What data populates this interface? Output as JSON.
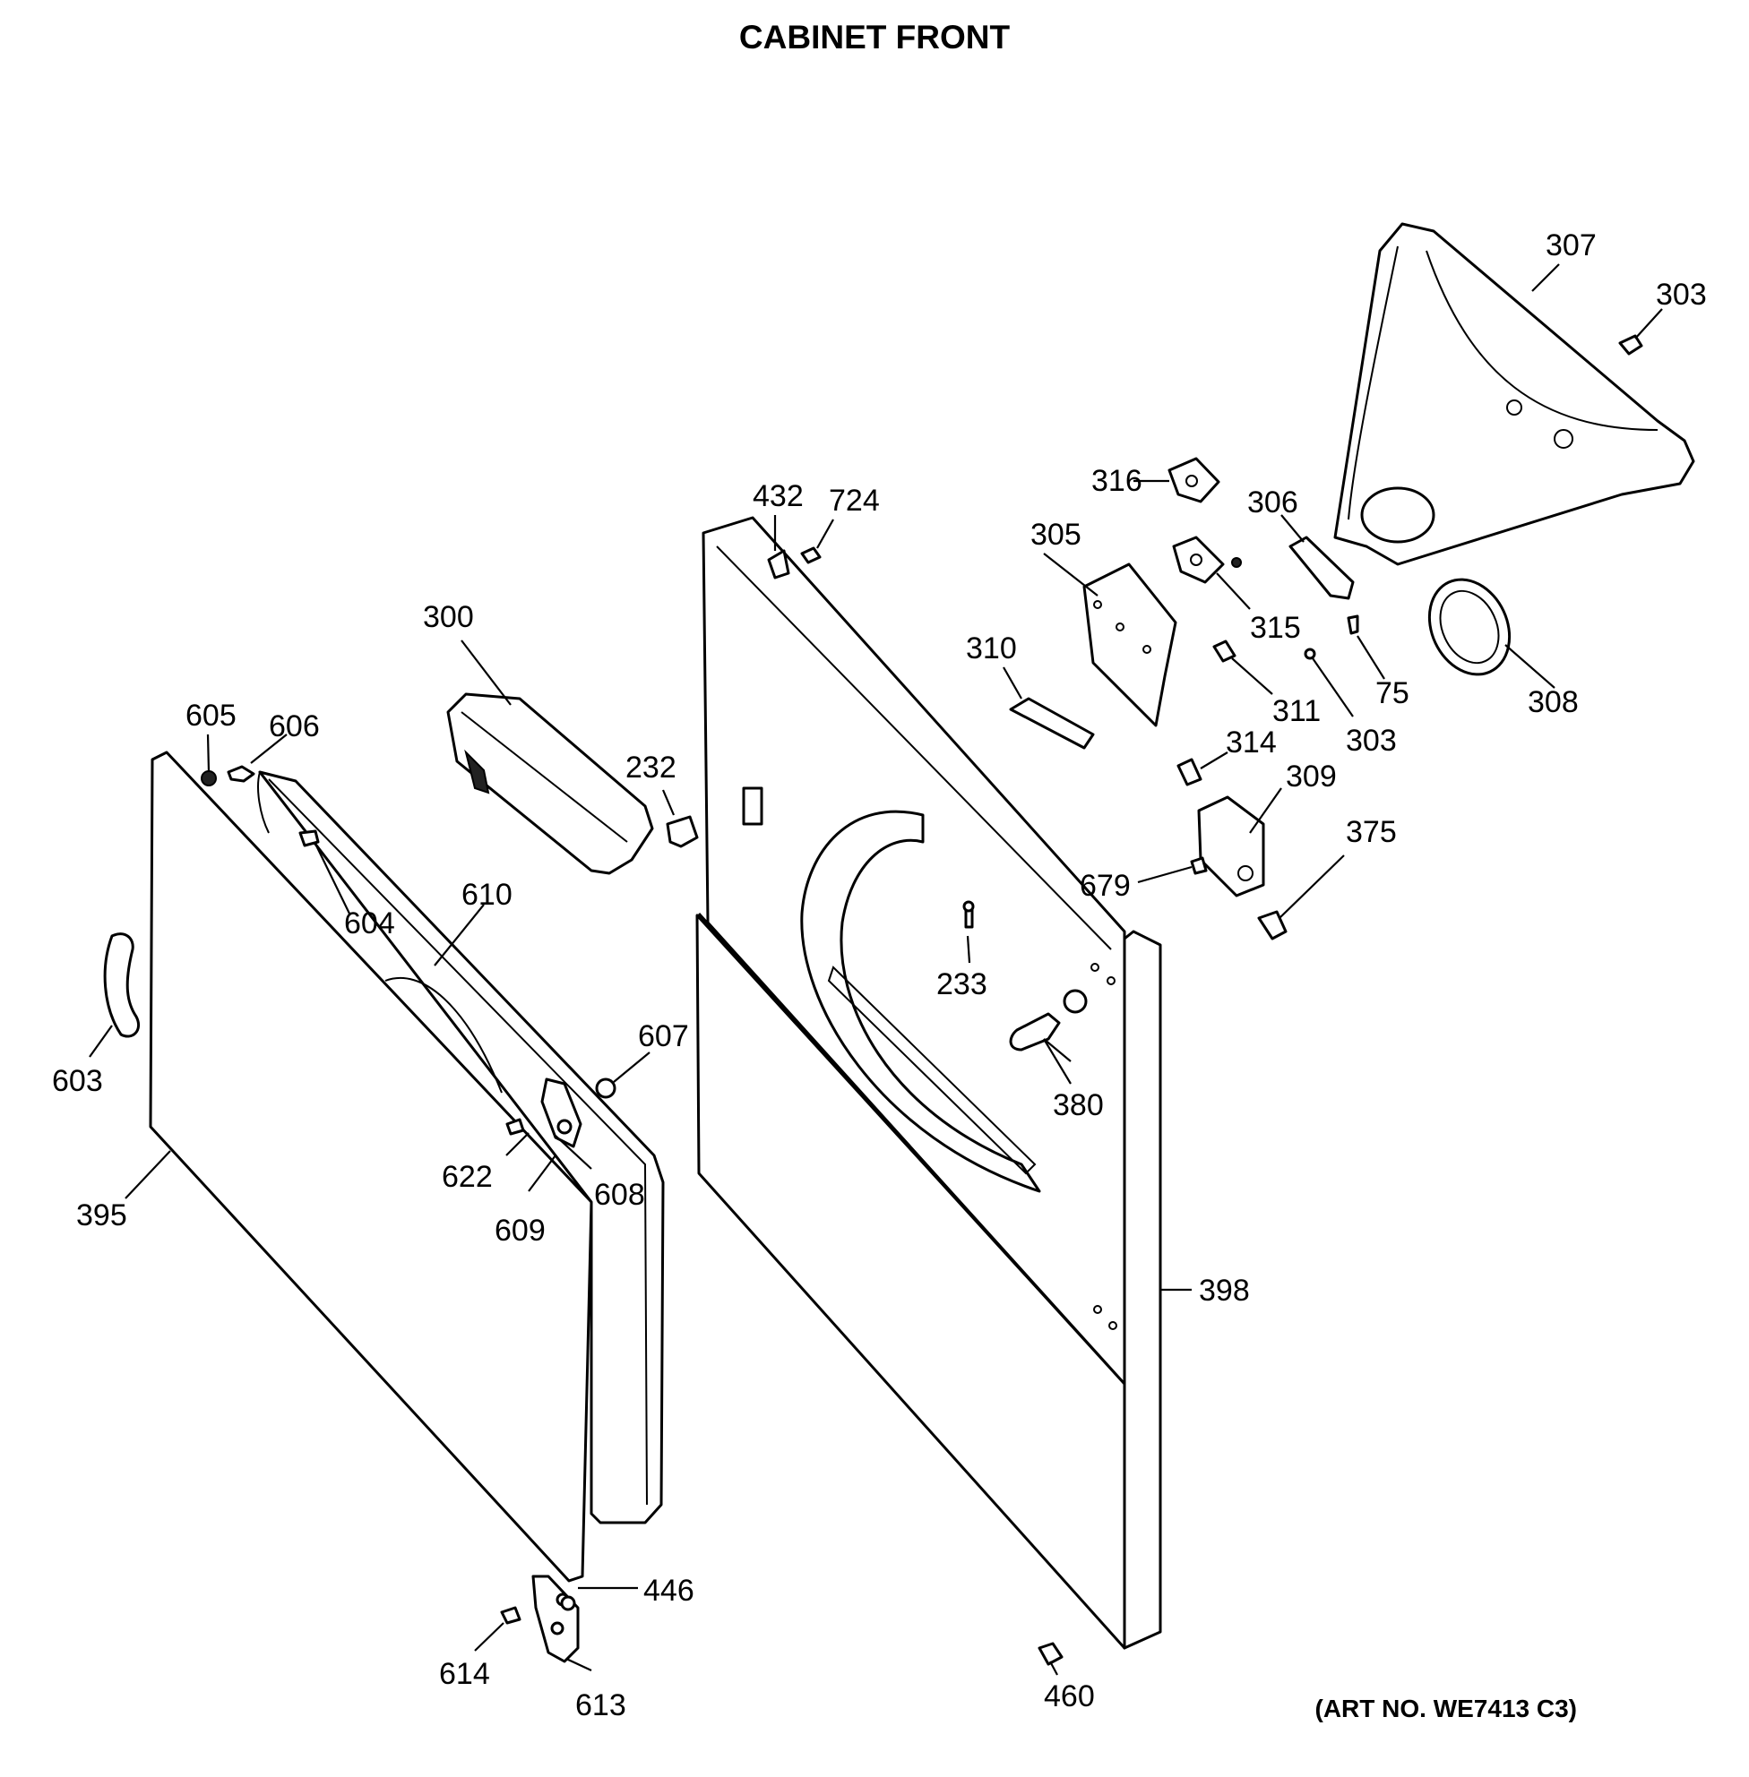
{
  "title": "CABINET FRONT",
  "art_number": "(ART NO. WE7413 C3)",
  "labels": {
    "p75": "75",
    "p232": "232",
    "p233": "233",
    "p300": "300",
    "p303a": "303",
    "p303b": "303",
    "p305": "305",
    "p306": "306",
    "p307": "307",
    "p308": "308",
    "p309": "309",
    "p310": "310",
    "p311": "311",
    "p314": "314",
    "p315": "315",
    "p316": "316",
    "p375": "375",
    "p380": "380",
    "p395": "395",
    "p398": "398",
    "p432": "432",
    "p446": "446",
    "p460": "460",
    "p603": "603",
    "p604": "604",
    "p605": "605",
    "p606": "606",
    "p607": "607",
    "p608": "608",
    "p609": "609",
    "p610": "610",
    "p613": "613",
    "p614": "614",
    "p622": "622",
    "p679": "679",
    "p724": "724"
  }
}
